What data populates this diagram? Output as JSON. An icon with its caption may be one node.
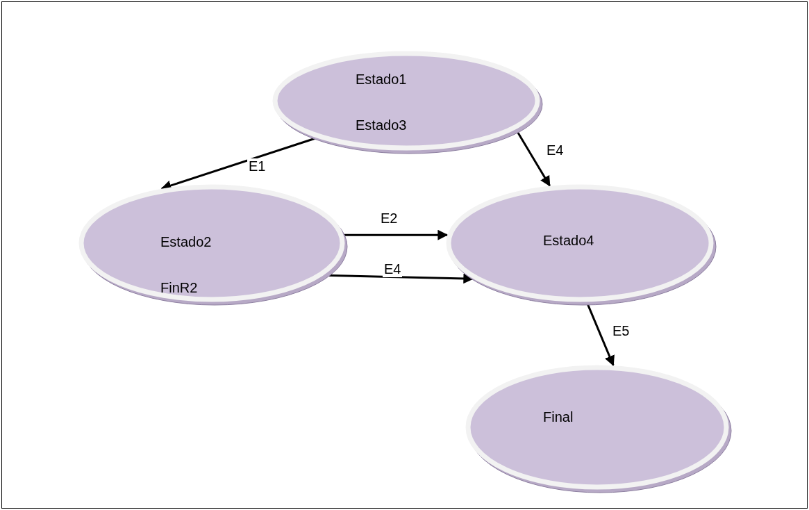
{
  "diagram": {
    "nodes": [
      {
        "text": [
          "Estado1",
          "Estado3"
        ]
      },
      {
        "text": [
          "Estado2",
          "FinR2"
        ]
      },
      {
        "text": [
          "Estado4"
        ]
      },
      {
        "text": [
          "Final"
        ]
      }
    ],
    "edges": [
      {
        "from": 0,
        "to": 1,
        "arrow": "to",
        "label": "E1"
      },
      {
        "from": 0,
        "to": 2,
        "arrow": "to",
        "label": "E4"
      },
      {
        "from": 1,
        "to": 2,
        "arrow": "to",
        "label": "E2"
      },
      {
        "from": 1,
        "to": 2,
        "arrow": "to",
        "label": "E4"
      },
      {
        "from": 2,
        "to": 3,
        "arrow": "to",
        "label": "E5"
      }
    ]
  }
}
